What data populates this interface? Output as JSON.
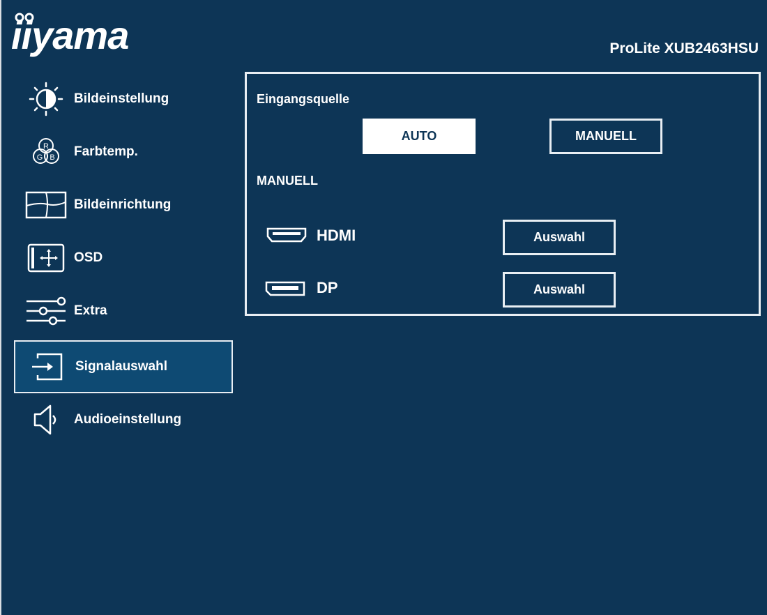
{
  "header": {
    "brand": "iiyama",
    "model": "ProLite XUB2463HSU"
  },
  "sidebar": {
    "items": [
      {
        "label": "Bildeinstellung",
        "icon": "brightness-icon",
        "active": false
      },
      {
        "label": "Farbtemp.",
        "icon": "rgb-circles-icon",
        "active": false
      },
      {
        "label": "Bildeinrichtung",
        "icon": "image-geometry-icon",
        "active": false
      },
      {
        "label": "OSD",
        "icon": "osd-move-icon",
        "active": false
      },
      {
        "label": "Extra",
        "icon": "sliders-icon",
        "active": false
      },
      {
        "label": "Signalauswahl",
        "icon": "input-enter-icon",
        "active": true
      },
      {
        "label": "Audioeinstellung",
        "icon": "speaker-icon",
        "active": false
      }
    ]
  },
  "panel": {
    "input_source_label": "Eingangsquelle",
    "mode_buttons": {
      "auto": "AUTO",
      "manual": "MANUELL"
    },
    "selected_mode": "AUTO",
    "manual_section_label": "MANUELL",
    "inputs": [
      {
        "name": "HDMI",
        "icon": "hdmi-port-icon",
        "button": "Auswahl"
      },
      {
        "name": "DP",
        "icon": "displayport-icon",
        "button": "Auswahl"
      }
    ]
  },
  "colors": {
    "background": "#0d3556",
    "active_item": "#0e4a73",
    "border": "#e8eef3",
    "text": "#ffffff"
  }
}
